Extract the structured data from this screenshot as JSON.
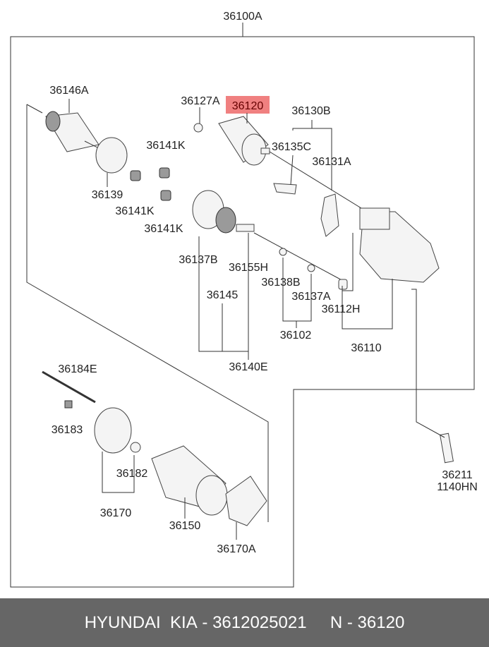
{
  "diagram": {
    "highlight_color": "#f08080",
    "highlighted_part": "36120",
    "labels": [
      "36100A",
      "36146A",
      "36127A",
      "36120",
      "36130B",
      "36141K",
      "36135C",
      "36131A",
      "36139",
      "36141K",
      "36141K",
      "36137B",
      "36155H",
      "36138B",
      "36145",
      "36137A",
      "36112H",
      "36102",
      "36110",
      "36140E",
      "36184E",
      "36183",
      "36182",
      "36211",
      "1140HN",
      "36170",
      "36150",
      "36170A"
    ]
  },
  "footer": {
    "brand": "HYUNDAI  KIA",
    "part_number": "3612025021",
    "ref": "N - 36120",
    "sep": " - "
  }
}
